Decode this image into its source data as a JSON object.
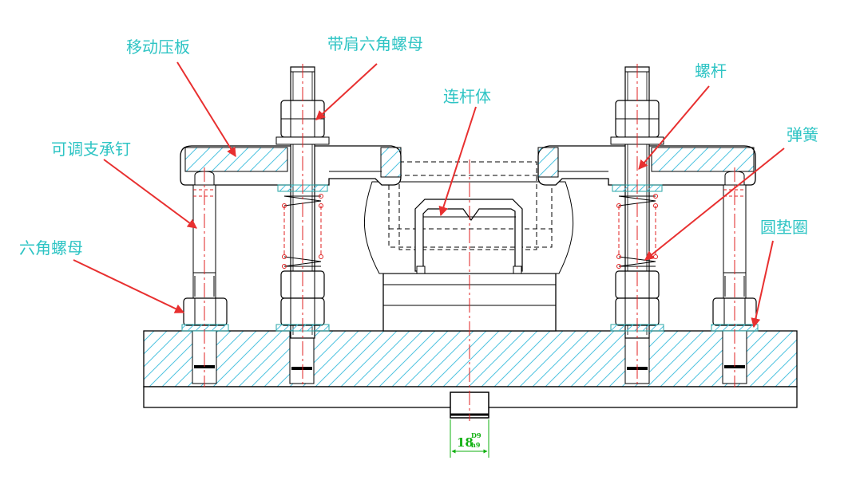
{
  "labels": {
    "moving_plate": "移动压板",
    "shoulder_nut": "带肩六角螺母",
    "rod_body": "连杆体",
    "screw_rod": "螺杆",
    "adjustable_pin": "可调支承钉",
    "spring": "弹簧",
    "hex_nut": "六角螺母",
    "round_washer": "圆垫圈"
  },
  "dimension": {
    "value": "18",
    "upper_tol": "D9",
    "lower_tol": "h9"
  },
  "colors": {
    "outline": "#000000",
    "hatch": "#4fc3e0",
    "centerline": "#e02020",
    "arrow": "#e83030",
    "label": "#2ec4c4",
    "dimension": "#10b010",
    "washer": "#2aa6a6"
  }
}
